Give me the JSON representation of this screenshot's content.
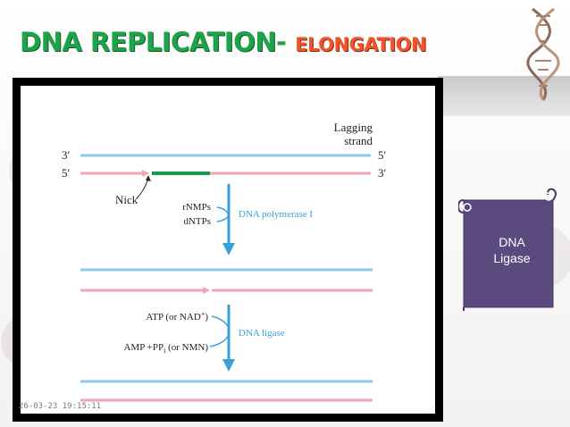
{
  "title": {
    "main": "DNA REPLICATION",
    "dash": "-",
    "sub": "ELONGATION"
  },
  "diagram": {
    "lagging_label_1": "Lagging",
    "lagging_label_2": "strand",
    "top_left_end": "3′",
    "top_right_end": "5′",
    "bottom_left_end": "5′",
    "bottom_right_end": "3′",
    "nick_label": "Nick",
    "step1_substrate_1": "rNMPs",
    "step1_substrate_2": "dNTPs",
    "step1_enzyme": "DNA polymerase I",
    "step2_input": "ATP (or NAD",
    "step2_input_sup": "+",
    "step2_input_close": ")",
    "step2_output_pre": "AMP +PP",
    "step2_output_sub": "i",
    "step2_output_post": " (or NMN)",
    "step2_enzyme": "DNA ligase"
  },
  "colors": {
    "template_strand": "#8ec9ea",
    "lagging_strand": "#f2a5b3",
    "rna_primer": "#1a9a4e",
    "arrow": "#3aa0d8",
    "scroll": "#5b4a7d"
  },
  "timestamp": "26-03-23 19:15:11",
  "scroll_label_1": "DNA",
  "scroll_label_2": "Ligase",
  "icons": [
    "dna-helix-icon",
    "scroll-icon"
  ]
}
